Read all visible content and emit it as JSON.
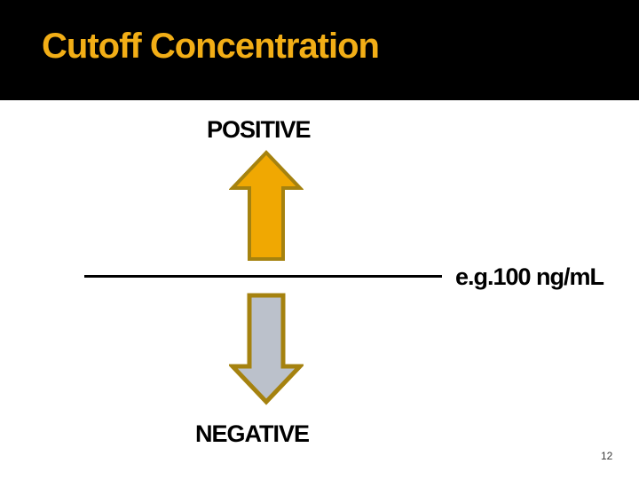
{
  "slide": {
    "title": "Cutoff Concentration",
    "page_number": "12"
  },
  "diagram": {
    "positive_label": "POSITIVE",
    "negative_label": "NEGATIVE",
    "cutoff_label": "e.g.100 ng/mL"
  },
  "colors": {
    "header_bg": "#000000",
    "title_text": "#F2AE16",
    "up_arrow_fill": "#F0A802",
    "down_arrow_fill": "#BBC1CB",
    "arrow_border": "#A5820F",
    "cutoff_line": "#000000",
    "label_text": "#000000",
    "page_number_text": "#3a3a3a"
  }
}
